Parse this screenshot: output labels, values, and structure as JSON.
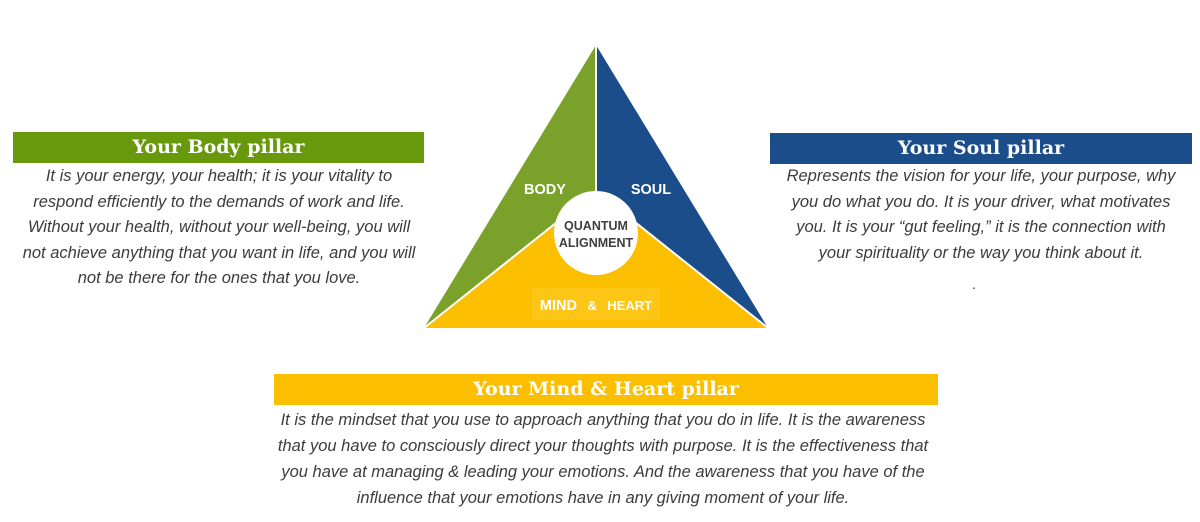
{
  "colors": {
    "body": "#68990c",
    "soul": "#1b4d8b",
    "mind_heart": "#fbbf00",
    "text": "#3c3c3c"
  },
  "diagram": {
    "body_label": "BODY",
    "soul_label": "SOUL",
    "center_line1": "QUANTUM",
    "center_line2": "ALIGNMENT",
    "mind_label": "MIND",
    "amp": "&",
    "heart_label": "HEART"
  },
  "body_pillar": {
    "title": "Your Body pillar",
    "lines": [
      "It is your energy, your health; it is your vitality to",
      "respond efficiently to the demands of work and life.",
      "Without your health, without your well-being, you will",
      "not achieve anything that you want in life, and you will",
      "not be there for the ones that you love."
    ]
  },
  "soul_pillar": {
    "title": "Your Soul pillar",
    "lines": [
      "Represents the vision for your life, your purpose, why",
      "you do what you do. It is your driver, what motivates",
      "you. It is your “gut feeling,” it is the connection with",
      "your spirituality or the way you think about it."
    ],
    "trailing": "."
  },
  "mind_heart_pillar": {
    "title": "Your Mind & Heart pillar",
    "lines": [
      "It is the mindset that you use to approach anything that you do in life. It is the awareness",
      "that you have to consciously direct your thoughts with purpose. It is the effectiveness that",
      "you have at managing & leading your emotions. And the awareness that you have of the",
      "influence that your emotions have in any giving moment of your life."
    ]
  }
}
